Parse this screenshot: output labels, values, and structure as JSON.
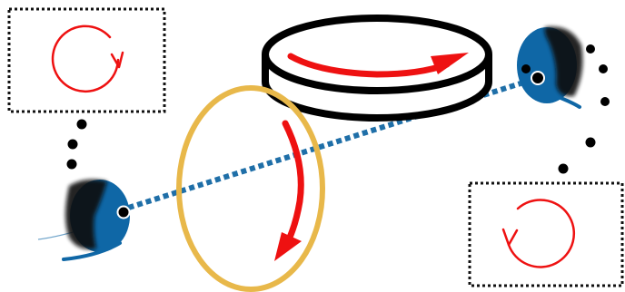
{
  "diagram": {
    "colors": {
      "background": "#ffffff",
      "rotation_arrow": "#ee1111",
      "sight_line": "#1f6fa8",
      "viewer_face": "#0f67a6",
      "viewer_hair": "#111111",
      "edge_view_ellipse": "#e8b84a",
      "disc_outline": "#000000",
      "frame_border": "#111111"
    },
    "elements": {
      "disc": "rotating-disc",
      "edge_view": "edge-on-disc-ellipse",
      "sight_line": "dotted-line-of-sight",
      "left_viewer": "observer-head-left",
      "right_viewer": "observer-head-right",
      "left_view": "view-box-clockwise",
      "right_view": "view-box-counterclockwise"
    },
    "rotation_seen": {
      "left_viewer": "clockwise",
      "right_viewer": "counterclockwise"
    }
  }
}
